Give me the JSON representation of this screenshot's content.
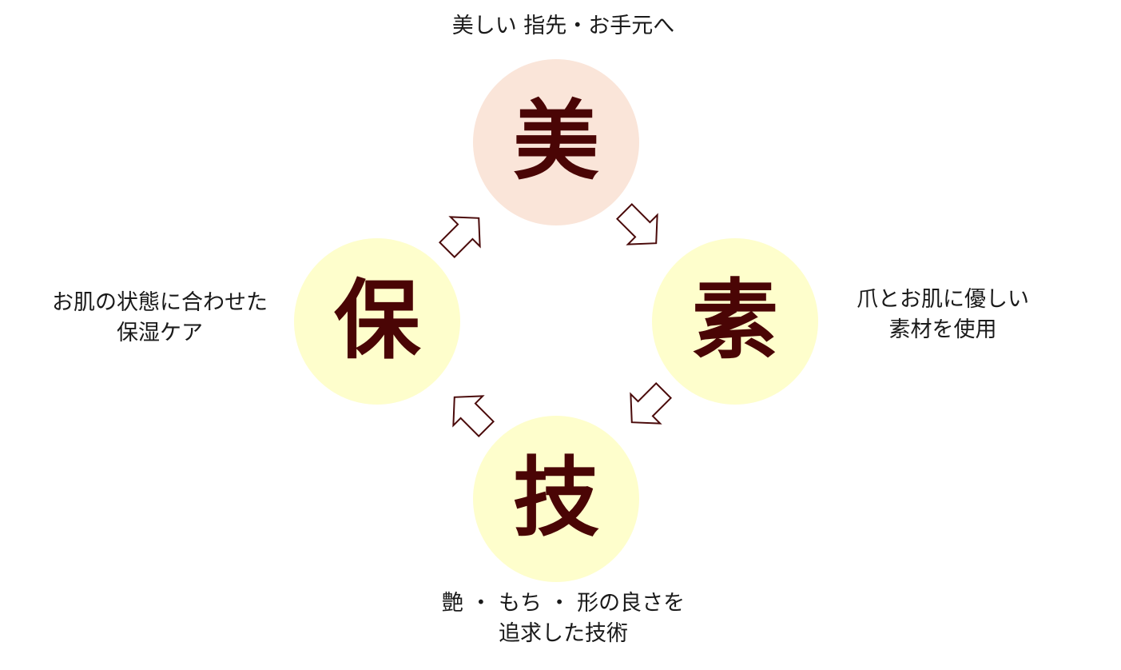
{
  "diagram": {
    "colors": {
      "top_circle": "#fae5d9",
      "other_circles": "#fefecc",
      "kanji": "#4a0505",
      "arrow_stroke": "#4a0a0a",
      "text": "#1a1a1a"
    },
    "nodes": {
      "top": {
        "kanji": "美",
        "caption": [
          "美しい 指先・お手元へ"
        ]
      },
      "right": {
        "kanji": "素",
        "caption": [
          "爪とお肌に優しい",
          "素材を使用"
        ]
      },
      "bottom": {
        "kanji": "技",
        "caption": [
          "艶 ・ もち ・ 形の良さを",
          "追求した技術"
        ]
      },
      "left": {
        "kanji": "保",
        "caption": [
          "お肌の状態に合わせた",
          "保湿ケア"
        ]
      }
    },
    "flow": [
      {
        "from": "top",
        "to": "right"
      },
      {
        "from": "right",
        "to": "bottom"
      },
      {
        "from": "bottom",
        "to": "left"
      },
      {
        "from": "left",
        "to": "top"
      }
    ]
  }
}
